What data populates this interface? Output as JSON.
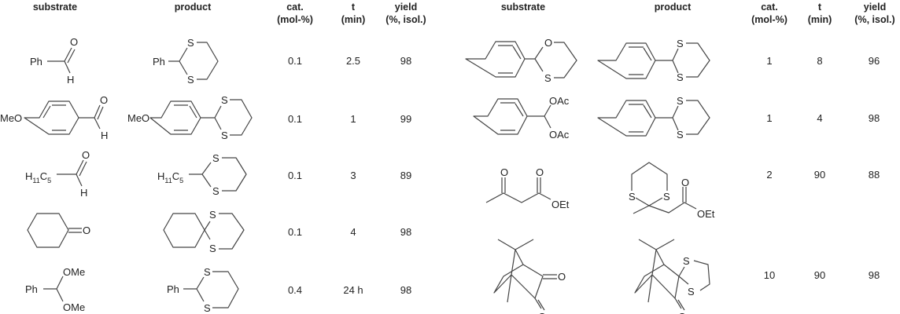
{
  "headers": {
    "substrate": "substrate",
    "product": "product",
    "cat_line1": "cat.",
    "cat_line2": "(mol-%)",
    "t_line1": "t",
    "t_line2": "(min)",
    "yield_line1": "yield",
    "yield_line2": "(%, isol.)"
  },
  "left_rows": [
    {
      "cat": "0.1",
      "t": "2.5",
      "yield": "98"
    },
    {
      "cat": "0.1",
      "t": "1",
      "yield": "99"
    },
    {
      "cat": "0.1",
      "t": "3",
      "yield": "89"
    },
    {
      "cat": "0.1",
      "t": "4",
      "yield": "98"
    },
    {
      "cat": "0.4",
      "t": "24 h",
      "yield": "98"
    }
  ],
  "right_rows": [
    {
      "cat": "1",
      "t": "8",
      "yield": "96"
    },
    {
      "cat": "1",
      "t": "4",
      "yield": "98"
    },
    {
      "cat": "2",
      "t": "90",
      "yield": "88"
    },
    {
      "cat": "10",
      "t": "90",
      "yield": "98"
    }
  ],
  "atoms": {
    "ph": "Ph",
    "o": "O",
    "h": "H",
    "s": "S",
    "meo": "MeO",
    "ome": "OMe",
    "oac": "OAc",
    "oet": "OEt",
    "hexyl": {
      "h": "H",
      "n1": "11",
      "c": "C",
      "n2": "5"
    }
  }
}
